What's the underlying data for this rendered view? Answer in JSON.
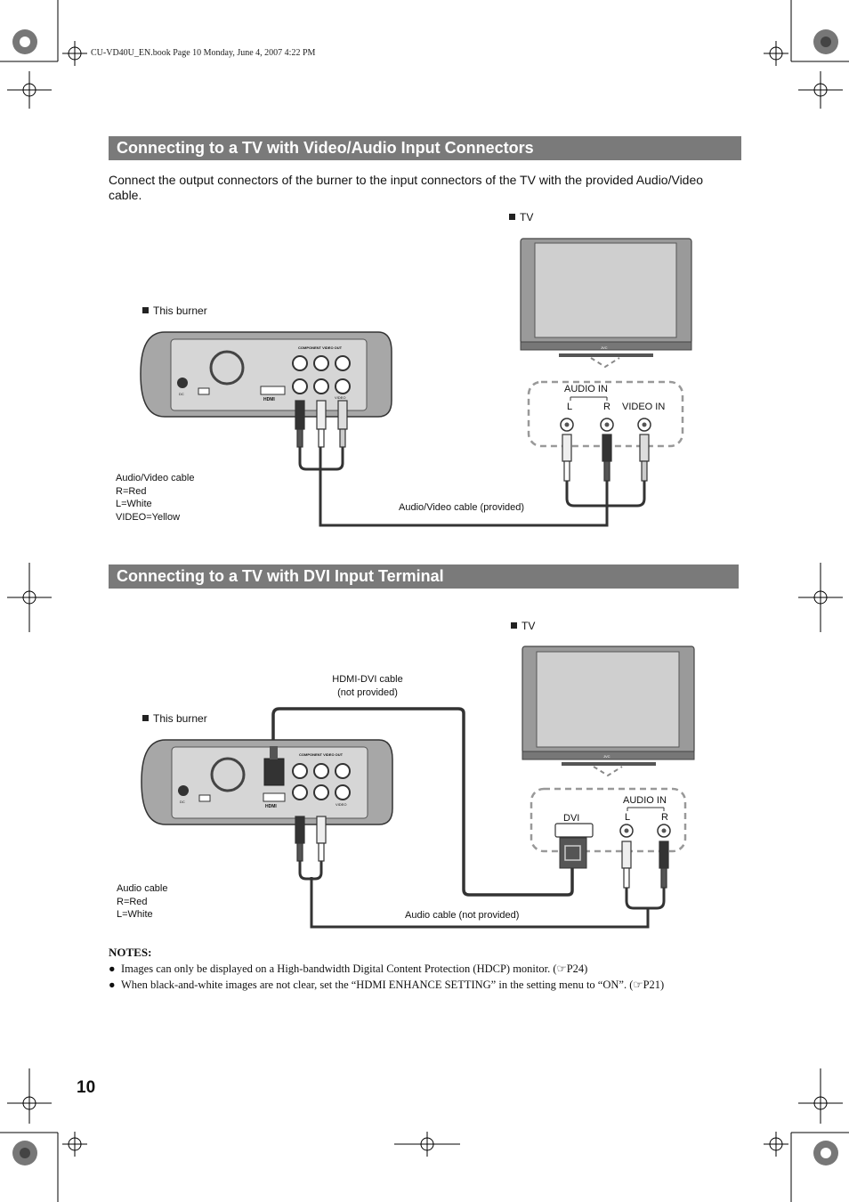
{
  "header": {
    "text": "CU-VD40U_EN.book  Page 10  Monday, June 4, 2007  4:22 PM"
  },
  "section1": {
    "title": "Connecting to a TV with Video/Audio Input Connectors",
    "intro": "Connect the output connectors of the burner to the input connectors of the TV with the provided Audio/Video cable.",
    "tv_label": "TV",
    "burner_label": "This burner",
    "audio_in": "AUDIO IN",
    "l": "L",
    "r": "R",
    "video_in": "VIDEO IN",
    "cable_title": "Audio/Video cable",
    "cable_r": "R=Red",
    "cable_l": "L=White",
    "cable_video": "VIDEO=Yellow",
    "cable_provided": "Audio/Video cable (provided)"
  },
  "section2": {
    "title": "Connecting to a TV with DVI Input Terminal",
    "tv_label": "TV",
    "burner_label": "This burner",
    "hdmi_cable_line1": "HDMI-DVI cable",
    "hdmi_cable_line2": "(not provided)",
    "dvi": "DVI",
    "audio_in": "AUDIO IN",
    "l": "L",
    "r": "R",
    "cable_title": "Audio cable",
    "cable_r": "R=Red",
    "cable_l": "L=White",
    "cable_not_provided": "Audio cable (not provided)"
  },
  "device": {
    "component_out": "COMPONENT VIDEO OUT",
    "hdmi": "HDMI",
    "dc": "DC",
    "video": "VIDEO",
    "tv_brand": "JVC"
  },
  "notes": {
    "heading": "NOTES:",
    "items": [
      "Images can only be displayed on a High-bandwidth Digital Content Protection (HDCP) monitor. (☞P24)",
      "When black-and-white images are not clear, set the “HDMI ENHANCE SETTING” in the setting menu to “ON”. (☞P21)"
    ]
  },
  "page_number": "10"
}
